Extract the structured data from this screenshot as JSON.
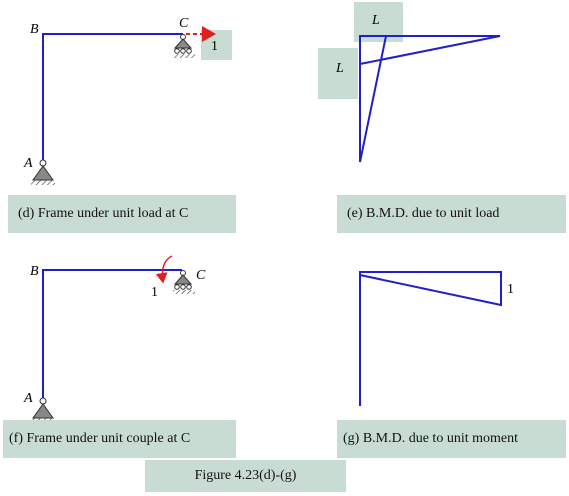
{
  "captions": {
    "d": "(d) Frame under unit load at C",
    "e": "(e) B.M.D. due to unit load",
    "f": "(f) Frame under unit couple at C",
    "g": "(g) B.M.D. due to unit moment",
    "figure": "Figure 4.23(d)-(g)"
  },
  "labels": {
    "A": "A",
    "B": "B",
    "C": "C",
    "L": "L",
    "one": "1"
  },
  "colors": {
    "frame": "#2020c8",
    "load_arrow": "#e02020",
    "caption_bg": "#c8dcd4",
    "support": "#555555"
  }
}
